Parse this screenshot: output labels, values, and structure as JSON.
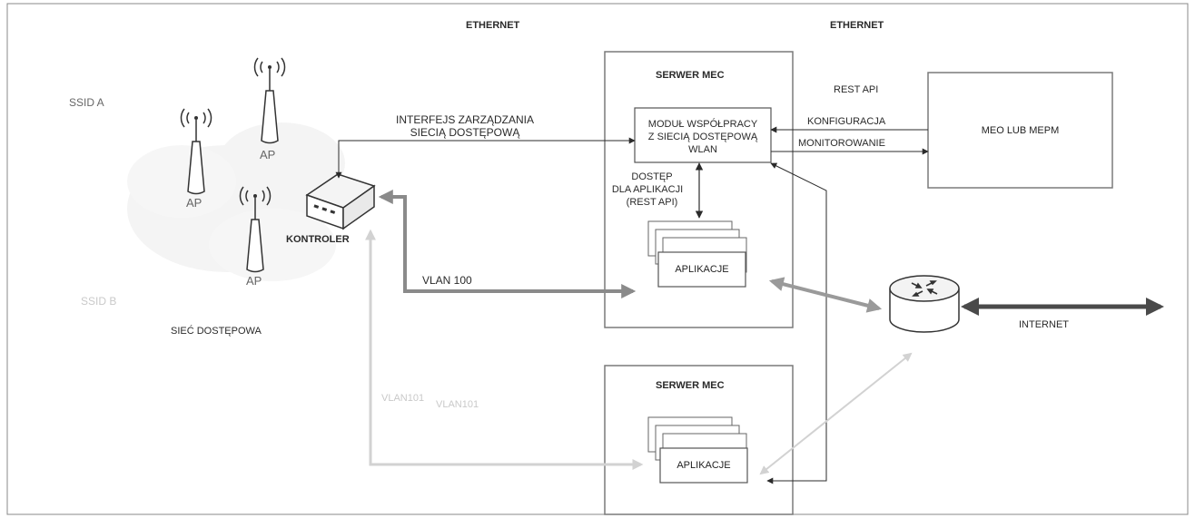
{
  "labels": {
    "ethernet_left": "ETHERNET",
    "ethernet_right": "ETHERNET",
    "ssid_a": "SSID A",
    "ssid_b": "SSID B",
    "ap": "AP",
    "kontroler": "KONTROLER",
    "siec_dostepowa": "SIEĆ DOSTĘPOWA",
    "interfejs_line1": "INTERFEJS ZARZĄDZANIA",
    "interfejs_line2": "SIECIĄ DOSTĘPOWĄ",
    "vlan100": "VLAN 100",
    "vlan101_a": "VLAN101",
    "vlan101_b": "VLAN101",
    "serwer_mec_top": "SERWER MEC",
    "serwer_mec_bottom": "SERWER MEC",
    "modul_line1": "MODUŁ WSPÓŁPRACY",
    "modul_line2": "Z SIECIĄ DOSTĘPOWĄ",
    "modul_line3": "WLAN",
    "dostep_line1": "DOSTĘP",
    "dostep_line2": "DLA APLIKACJI",
    "dostep_line3": "(REST API)",
    "aplikacje_top": "APLIKACJE",
    "aplikacje_bottom": "APLIKACJE",
    "rest_api": "REST API",
    "konfiguracja": "KONFIGURACJA",
    "monitorowanie": "MONITOROWANIE",
    "meo": "MEO LUB MEPM",
    "internet": "INTERNET"
  },
  "colors": {
    "line": "#2b2b2b",
    "box_border": "#7a7a7a",
    "vlan100": "#8a8a8a",
    "vlan101": "#d2d2d2",
    "internet_link": "#4a4a4a",
    "cloud": "#ebebeb"
  },
  "icons": {
    "ap": "wireless-access-point-icon",
    "controller": "wlan-controller-icon",
    "router": "router-icon"
  }
}
